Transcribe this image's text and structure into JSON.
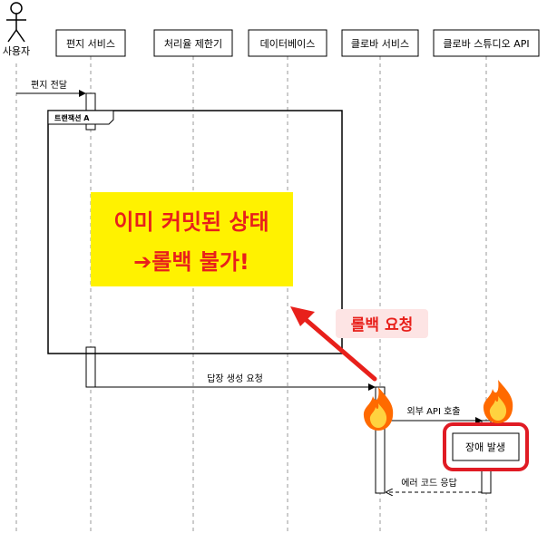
{
  "participants": {
    "user": "사용자",
    "letter_service": "편지 서비스",
    "rate_limiter": "처리율 제한기",
    "database": "데이터베이스",
    "clova_service": "클로바 서비스",
    "clova_studio_api": "클로바 스튜디오 API"
  },
  "messages": {
    "deliver_letter": "편지 전달",
    "generate_reply": "답장 생성 요청",
    "external_api_call": "외부 API 호출",
    "error_response": "에러 코드 응답"
  },
  "frame": {
    "label": "트랜잭션 A"
  },
  "callouts": {
    "already_committed_line1": "이미 커밋된 상태",
    "already_committed_line2": "➔롤백 불가!",
    "rollback_request": "롤백 요청",
    "failure": "장애 발생"
  },
  "colors": {
    "highlight_yellow": "#fff200",
    "alert_red": "#e8201b",
    "pink_badge": "#fde4e4",
    "failure_border": "#e01b24",
    "flame_outer": "#ff6a00",
    "flame_inner": "#ffd23f"
  },
  "icons": {
    "actor": "person-icon",
    "fire": "fire-icon",
    "arrow": "red-arrow-icon"
  }
}
